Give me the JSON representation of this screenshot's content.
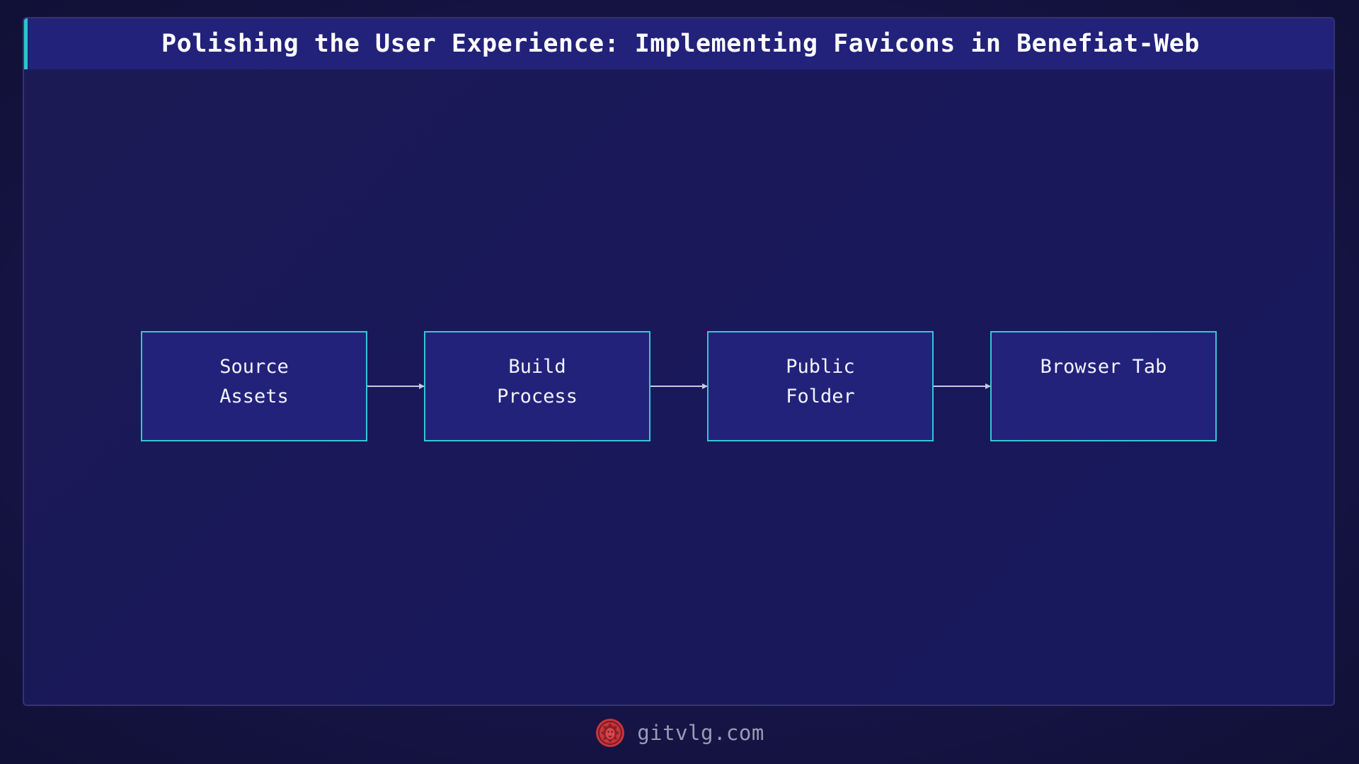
{
  "title": "Polishing the User Experience: Implementing Favicons in Benefiat-Web",
  "diagram": {
    "nodes": [
      {
        "id": "source-assets",
        "label": "Source\nAssets"
      },
      {
        "id": "build-process",
        "label": "Build\nProcess"
      },
      {
        "id": "public-folder",
        "label": "Public\nFolder"
      },
      {
        "id": "browser-tab",
        "label": "Browser Tab"
      }
    ],
    "edges": [
      {
        "from": "source-assets",
        "to": "build-process"
      },
      {
        "from": "build-process",
        "to": "public-folder"
      },
      {
        "from": "public-folder",
        "to": "browser-tab"
      }
    ]
  },
  "footer": {
    "logo_icon": "lion-emblem-icon",
    "site": "gitvlg.com"
  },
  "colors": {
    "background": "#17164c",
    "title_bar": "#22227a",
    "accent": "#2ec4c8",
    "node_fill": "#23227a",
    "node_border": "#35c6d2",
    "edge": "#c8c8e0",
    "logo": "#c8363c"
  }
}
